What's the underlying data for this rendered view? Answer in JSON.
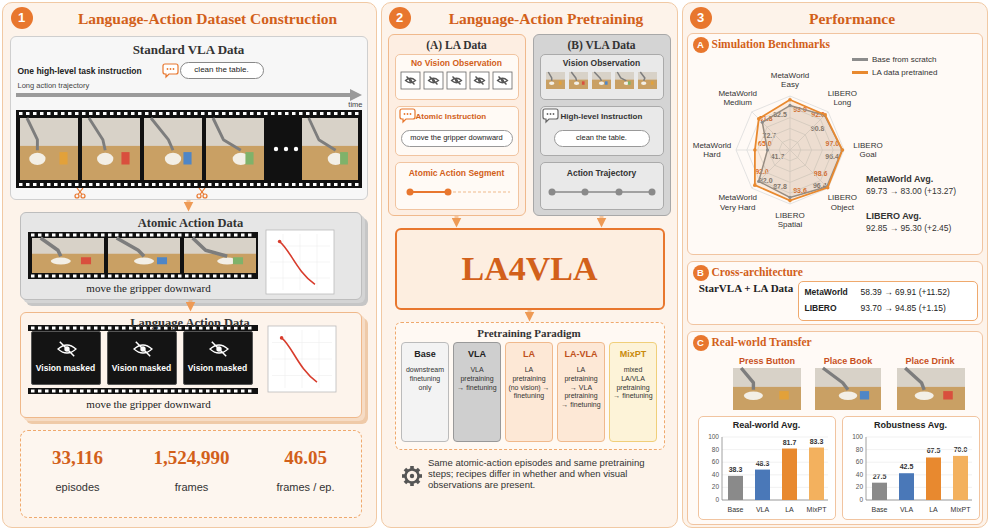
{
  "diagram": {
    "nodes": [
      {
        "text": [
          "Language-Action Dataset Construction"
        ]
      },
      {
        "text": [
          "1"
        ],
        "in": 0
      },
      {
        "text": [
          "Standard VLA Data",
          "One high-level task instruction",
          "Long action trajectory",
          "time"
        ],
        "in": 0
      },
      {
        "text": [
          "clean the table."
        ],
        "in": 2
      },
      {
        "text": [
          "Atomic Action Data",
          "move the gripper downward"
        ],
        "in": 0
      },
      {
        "text": [
          "Language Action Data",
          "move the gripper downward"
        ],
        "in": 0
      },
      {
        "text": [
          "Vision masked"
        ],
        "in": 5
      },
      {
        "text": [
          "Vision masked"
        ],
        "in": 5
      },
      {
        "text": [
          "Vision masked"
        ],
        "in": 5
      },
      {
        "text": [
          "33,116",
          "episodes",
          "1,524,990",
          "frames",
          "46.05",
          "frames / ep."
        ],
        "in": 0
      },
      {
        "text": [
          "Language-Action Pretraining"
        ]
      },
      {
        "text": [
          "2"
        ],
        "in": 10
      },
      {
        "text": [
          "(A) LA Data"
        ],
        "in": 10
      },
      {
        "text": [
          "No Vision Observation"
        ],
        "in": 12
      },
      {
        "text": [
          "Atomic Instruction"
        ],
        "in": 12
      },
      {
        "text": [
          "move the gripper downward"
        ],
        "in": 14
      },
      {
        "text": [
          "Atomic Action Segment"
        ],
        "in": 12
      },
      {
        "text": [
          "(B) VLA Data"
        ],
        "in": 10
      },
      {
        "text": [
          "Vision Observation"
        ],
        "in": 17
      },
      {
        "text": [
          "High-level Instruction"
        ],
        "in": 17
      },
      {
        "text": [
          "clean the table."
        ],
        "in": 19
      },
      {
        "text": [
          "Action Trajectory"
        ],
        "in": 17
      },
      {
        "text": [
          "LA4VLA"
        ],
        "in": 10
      },
      {
        "text": [
          "Pretraining Paradigm"
        ],
        "in": 10
      },
      {
        "text": [
          "Base",
          "downstream finetuning only"
        ],
        "in": 23
      },
      {
        "text": [
          "VLA",
          "VLA pretraining → finetuning"
        ],
        "in": 23
      },
      {
        "text": [
          "LA",
          "LA pretraining (no vision) → finetuning"
        ],
        "in": 23
      },
      {
        "text": [
          "LA-VLA",
          "LA pretraining → VLA pretraining → finetuning"
        ],
        "in": 23
      },
      {
        "text": [
          "MixPT",
          "mixed LA/VLA pretraining → finetuning"
        ],
        "in": 23
      },
      {
        "text": [
          "Performance"
        ]
      },
      {
        "text": [
          "3"
        ],
        "in": 29
      },
      {
        "text": [
          "Simulation Benchmarks"
        ],
        "in": 29
      },
      {
        "text": [
          "A"
        ],
        "in": 31
      },
      {
        "text": [
          "Cross-architecture"
        ],
        "in": 29
      },
      {
        "text": [
          "B"
        ],
        "in": 33
      },
      {
        "text": [
          "MetaWorld",
          "58.39 → 69.91 (+11.52)",
          "LIBERO",
          "93.70 → 94.85 (+1.15)"
        ],
        "in": 33
      },
      {
        "text": [
          "Real-world Transfer"
        ],
        "in": 29
      },
      {
        "text": [
          "C"
        ],
        "in": 36
      },
      {
        "text": [
          "Real-world Avg."
        ],
        "in": 36
      },
      {
        "text": [
          "Robustness Avg."
        ],
        "in": 36
      }
    ],
    "edges": [
      {
        "from": 2,
        "to": 4,
        "arrow": "to"
      },
      {
        "from": 4,
        "to": 5,
        "arrow": "to"
      },
      {
        "from": 12,
        "to": 22,
        "arrow": "to"
      },
      {
        "from": 17,
        "to": 22,
        "arrow": "to"
      },
      {
        "from": 22,
        "to": 23,
        "arrow": "to"
      }
    ],
    "labels": [
      "Same atomic-action episodes and same pretraining steps; recipes differ in whether and when visual observations are present.",
      "MetaWorld Easy",
      "LIBERO Long",
      "LIBERO Goal",
      "LIBERO Object",
      "LIBERO Spatial",
      "MetaWorld Very Hard",
      "MetaWorld Hard",
      "MetaWorld Medium",
      "93.0",
      "92.0",
      "97.0",
      "98.6",
      "93.6",
      "92.0",
      "65.0",
      "81.8",
      "82.5",
      "90.8",
      "96.4",
      "96.4",
      "87.8",
      "82.0",
      "41.7",
      "72.7",
      "MetaWorld Avg.",
      "69.73 → 83.00 (+13.27)",
      "LIBERO Avg.",
      "92.85 → 95.30 (+2.45)",
      "StarVLA + LA Data",
      "Press Button",
      "Place Book",
      "Place Drink",
      "0",
      "20",
      "40",
      "60",
      "80",
      "100",
      "38.3",
      "48.3",
      "81.7",
      "83.3",
      "Base",
      "VLA",
      "LA",
      "MixPT",
      "0",
      "20",
      "40",
      "60",
      "80",
      "100",
      "27.5",
      "42.5",
      "67.5",
      "70.0",
      "Base",
      "VLA",
      "LA",
      "MixPT"
    ],
    "legend": [
      {
        "text": "Base from scratch",
        "color": "#8c8c8c"
      },
      {
        "text": "LA data pretrained",
        "color": "#e8892f"
      }
    ]
  }
}
